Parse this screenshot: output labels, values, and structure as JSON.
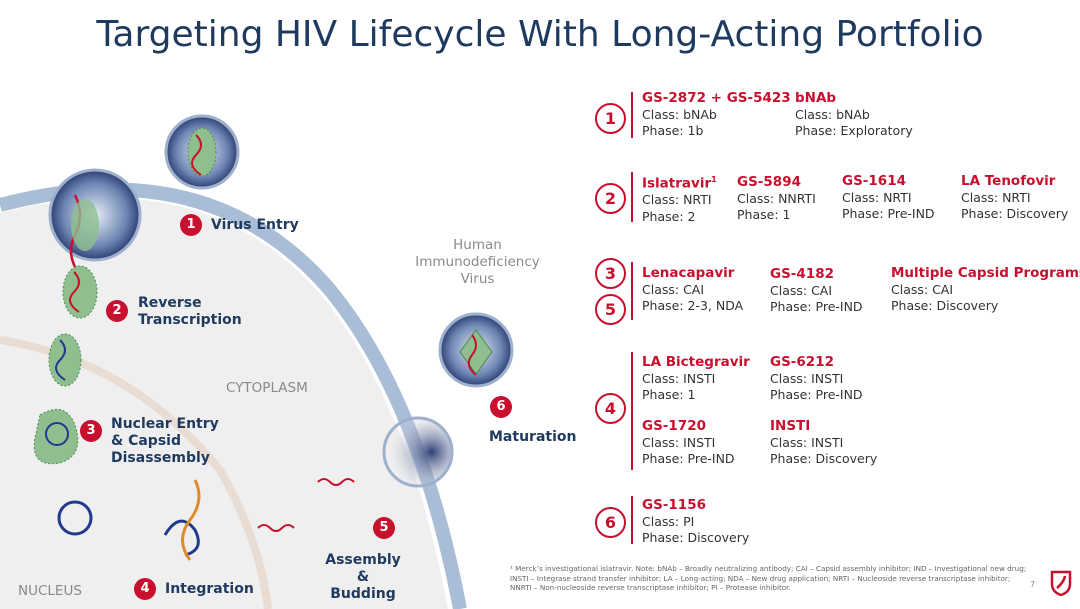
{
  "title": "Targeting HIV Lifecycle With Long-Acting Portfolio",
  "diagram": {
    "steps": [
      {
        "num": "1",
        "label": "Virus Entry"
      },
      {
        "num": "2",
        "label_line1": "Reverse",
        "label_line2": "Transcription"
      },
      {
        "num": "3",
        "label_line1": "Nuclear Entry",
        "label_line2": "& Capsid",
        "label_line3": "Disassembly"
      },
      {
        "num": "4",
        "label": "Integration"
      },
      {
        "num": "5",
        "label_line1": "Assembly &",
        "label_line2": "Budding"
      },
      {
        "num": "6",
        "label": "Maturation"
      }
    ],
    "virus_label_line1": "Human",
    "virus_label_line2": "Immunodeficiency",
    "virus_label_line3": "Virus",
    "cytoplasm_label": "CYTOPLASM",
    "nucleus_label": "NUCLEUS"
  },
  "pipeline": {
    "group1": {
      "numbers": [
        "1"
      ],
      "drugs": [
        {
          "name": "GS-2872 + GS-5423",
          "class": "Class: bNAb",
          "phase": "Phase: 1b"
        },
        {
          "name": "bNAb",
          "class": "Class: bNAb",
          "phase": "Phase: Exploratory"
        }
      ]
    },
    "group2": {
      "numbers": [
        "2"
      ],
      "drugs": [
        {
          "name": "Islatravir",
          "sup": "1",
          "class": "Class: NRTI",
          "phase": "Phase: 2"
        },
        {
          "name": "GS-5894",
          "class": "Class: NNRTI",
          "phase": "Phase: 1"
        },
        {
          "name": "GS-1614",
          "class": "Class: NRTI",
          "phase": "Phase: Pre-IND"
        },
        {
          "name": "LA Tenofovir",
          "class": "Class: NRTI",
          "phase": "Phase: Discovery"
        }
      ]
    },
    "group35": {
      "numbers": [
        "3",
        "5"
      ],
      "drugs": [
        {
          "name": "Lenacapavir",
          "class": "Class: CAI",
          "phase": "Phase: 2-3, NDA"
        },
        {
          "name": "GS-4182",
          "class": "Class: CAI",
          "phase": "Phase: Pre-IND"
        },
        {
          "name": "Multiple Capsid Programs",
          "class": "Class: CAI",
          "phase": "Phase: Discovery"
        }
      ]
    },
    "group4": {
      "numbers": [
        "4"
      ],
      "drugs": [
        {
          "name": "LA Bictegravir",
          "class": "Class: INSTI",
          "phase": "Phase: 1"
        },
        {
          "name": "GS-6212",
          "class": "Class: INSTI",
          "phase": "Phase: Pre-IND"
        },
        {
          "name": "GS-1720",
          "class": "Class: INSTI",
          "phase": "Phase: Pre-IND"
        },
        {
          "name": "INSTI",
          "class": "Class: INSTI",
          "phase": "Phase: Discovery"
        }
      ]
    },
    "group6": {
      "numbers": [
        "6"
      ],
      "drugs": [
        {
          "name": "GS-1156",
          "class": "Class: PI",
          "phase": "Phase: Discovery"
        }
      ]
    }
  },
  "footnote": "¹ Merck’s investigational islatravir. Note: bNAb – Broadly neutralizing antibody; CAI – Capsid assembly inhibitor; IND – Investigational new drug; INSTI – Integrase strand transfer inhibitor; LA – Long-acting; NDA – New drug application; NRTI – Nucleoside reverse transcriptase inhibitor; NNRTI – Non-nucleoside reverse transcriptase inhibitor; PI – Protease inhibitor.",
  "page_number": "7",
  "colors": {
    "accent": "#c8102e",
    "title": "#1f3a5f",
    "membrane": "#a9bdd6"
  }
}
